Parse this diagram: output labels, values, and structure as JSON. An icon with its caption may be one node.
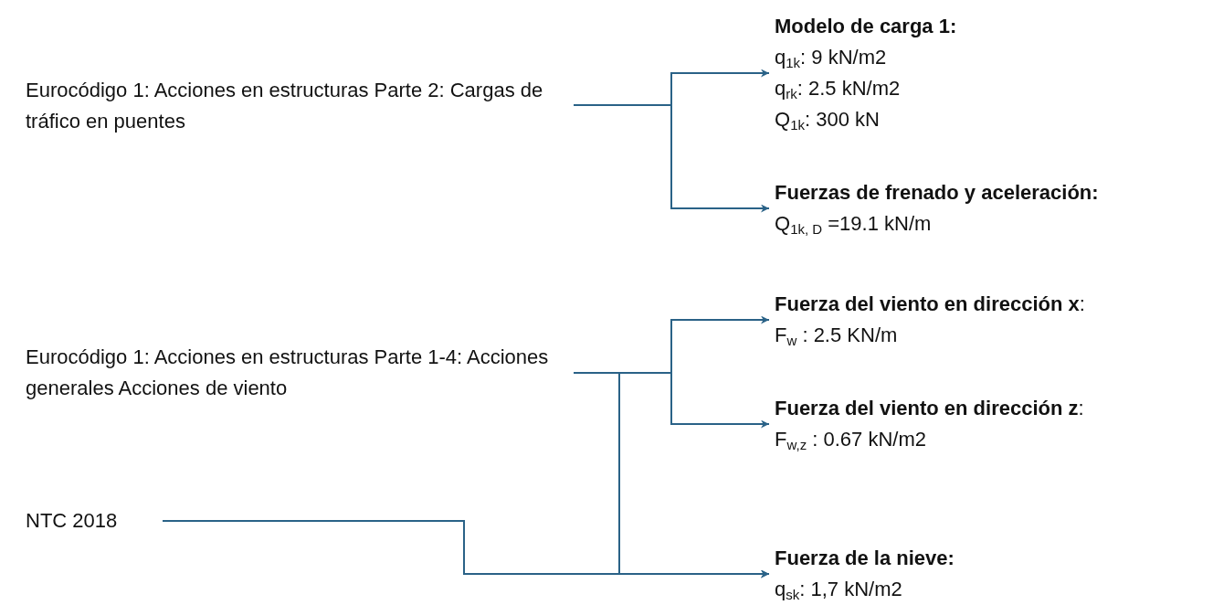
{
  "diagram": {
    "nodes": [
      {
        "text": [
          "Eurocódigo 1: Acciones en estructuras Parte 2: Cargas de tráfico en puentes"
        ]
      },
      {
        "text": [
          "Modelo de carga 1:",
          "q$_{1k}$: 9 kN/m2",
          "q$_{rk}$: 2.5 kN/m2",
          "Q$_{1k}$: 300 kN"
        ]
      },
      {
        "text": [
          "Fuerzas de frenado y aceleración:",
          "Q$_{1k, D}$ =19.1 kN/m"
        ]
      },
      {
        "text": [
          "Eurocódigo 1: Acciones en estructuras Parte 1-4: Acciones generales Acciones de viento"
        ]
      },
      {
        "text": [
          "**Fuerza del viento en dirección x**:",
          "F$_{w}$ : 2.5 KN/m"
        ]
      },
      {
        "text": [
          "**Fuerza del viento en dirección z**:",
          "F$_{w,z}$ : 0.67 kN/m2"
        ]
      },
      {
        "text": [
          "NTC 2018"
        ]
      },
      {
        "text": [
          "Fuerza de la nieve:",
          "q$_{sk}$: 1,7 kN/m2"
        ]
      }
    ],
    "edges": [
      {
        "from": 0,
        "to": 1,
        "arrow": "to"
      },
      {
        "from": 0,
        "to": 2,
        "arrow": "to"
      },
      {
        "from": 3,
        "to": 4,
        "arrow": "to"
      },
      {
        "from": 3,
        "to": 5,
        "arrow": "to"
      },
      {
        "from": 3,
        "to": 7,
        "arrow": "to"
      },
      {
        "from": 6,
        "to": 7,
        "arrow": "to"
      }
    ]
  }
}
